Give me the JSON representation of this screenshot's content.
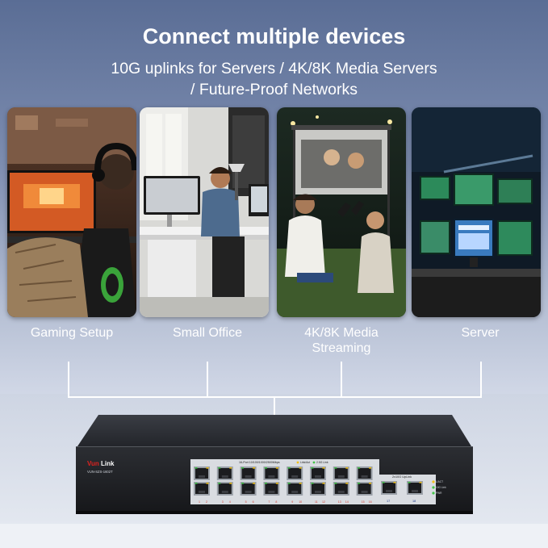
{
  "header": {
    "headline": "Connect multiple devices",
    "subline_1": "10G uplinks for Servers / 4K/8K Media Servers",
    "subline_2": "/ Future-Proof Networks"
  },
  "scenarios": [
    {
      "label": "Gaming Setup",
      "image": "gaming-setup-photo"
    },
    {
      "label": "Small Office",
      "image": "small-office-photo"
    },
    {
      "label_1": "4K/8K Media",
      "label_2": "Streaming",
      "image": "media-streaming-photo"
    },
    {
      "label": "Server",
      "image": "server-room-photo"
    }
  ],
  "switch": {
    "brand_a": "Vun",
    "brand_b": "Link",
    "model": "VUN-SZS-1602T",
    "port_panel_title": "16-Port 10/100/1000/2500Mbps",
    "legend_link": "Link/Act",
    "legend_speed": "2.5G Link",
    "uplink_title": "2x10G UpLink",
    "port_numbers": [
      "1",
      "2",
      "3",
      "4",
      "5",
      "6",
      "7",
      "8",
      "9",
      "10",
      "11",
      "12",
      "13",
      "14",
      "15",
      "16"
    ],
    "uplink_ports": [
      "17",
      "18"
    ],
    "status_leds": [
      "L/ACT",
      "10G Link",
      "PWR"
    ],
    "colors": {
      "brand_red": "#e0221f",
      "port_label_red": "#d33a2c",
      "led_green": "#44c44a",
      "led_amber": "#f1c21b"
    }
  }
}
